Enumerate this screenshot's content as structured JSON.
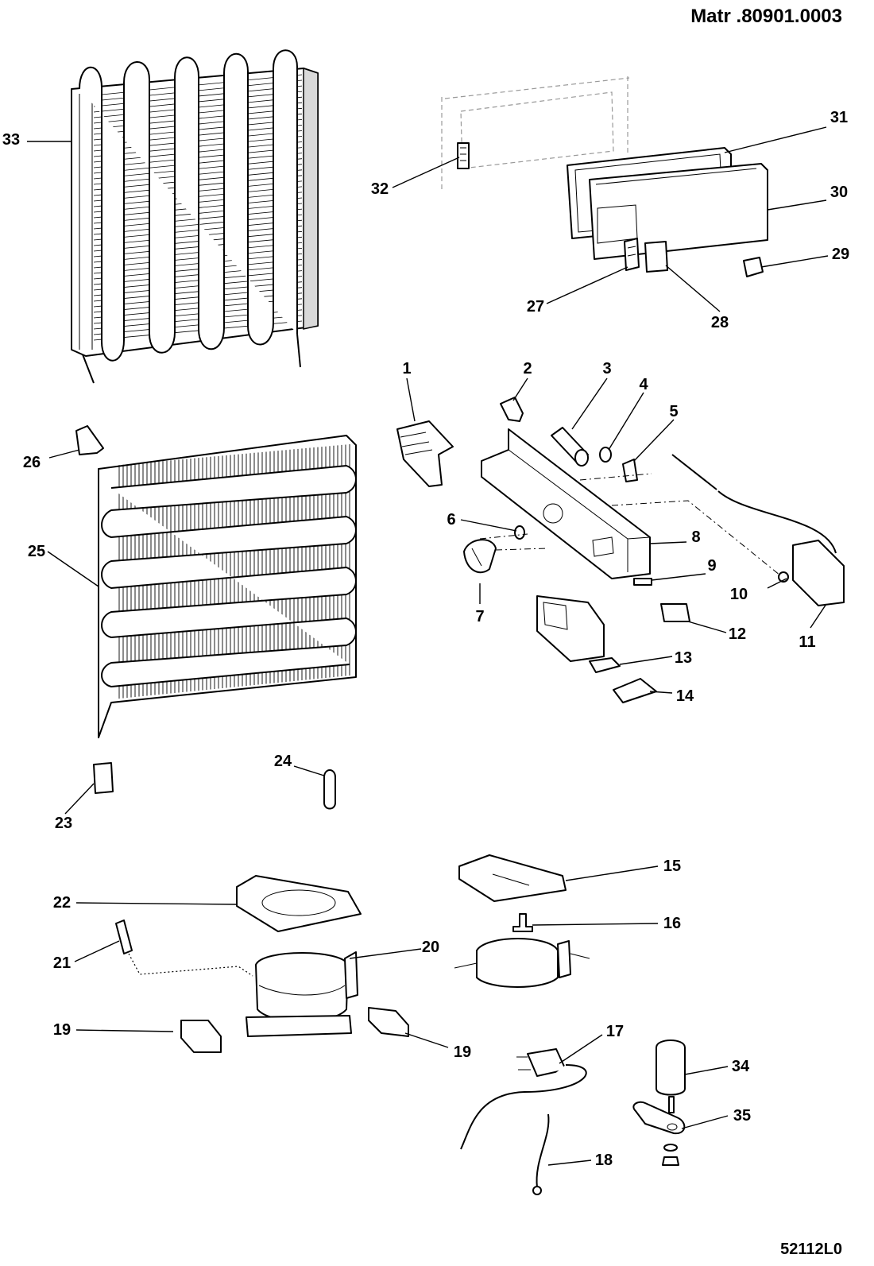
{
  "header": {
    "code": "Matr .80901.0003"
  },
  "footer": {
    "code": "52112L0"
  },
  "callouts": {
    "c1": "1",
    "c2": "2",
    "c3": "3",
    "c4": "4",
    "c5": "5",
    "c6": "6",
    "c7": "7",
    "c8": "8",
    "c9": "9",
    "c10": "10",
    "c11": "11",
    "c12": "12",
    "c13": "13",
    "c14": "14",
    "c15": "15",
    "c16": "16",
    "c17": "17",
    "c18": "18",
    "c19a": "19",
    "c19b": "19",
    "c20": "20",
    "c21": "21",
    "c22": "22",
    "c23": "23",
    "c24": "24",
    "c25": "25",
    "c26": "26",
    "c27": "27",
    "c28": "28",
    "c29": "29",
    "c30": "30",
    "c31": "31",
    "c32": "32",
    "c33": "33",
    "c34": "34",
    "c35": "35"
  }
}
